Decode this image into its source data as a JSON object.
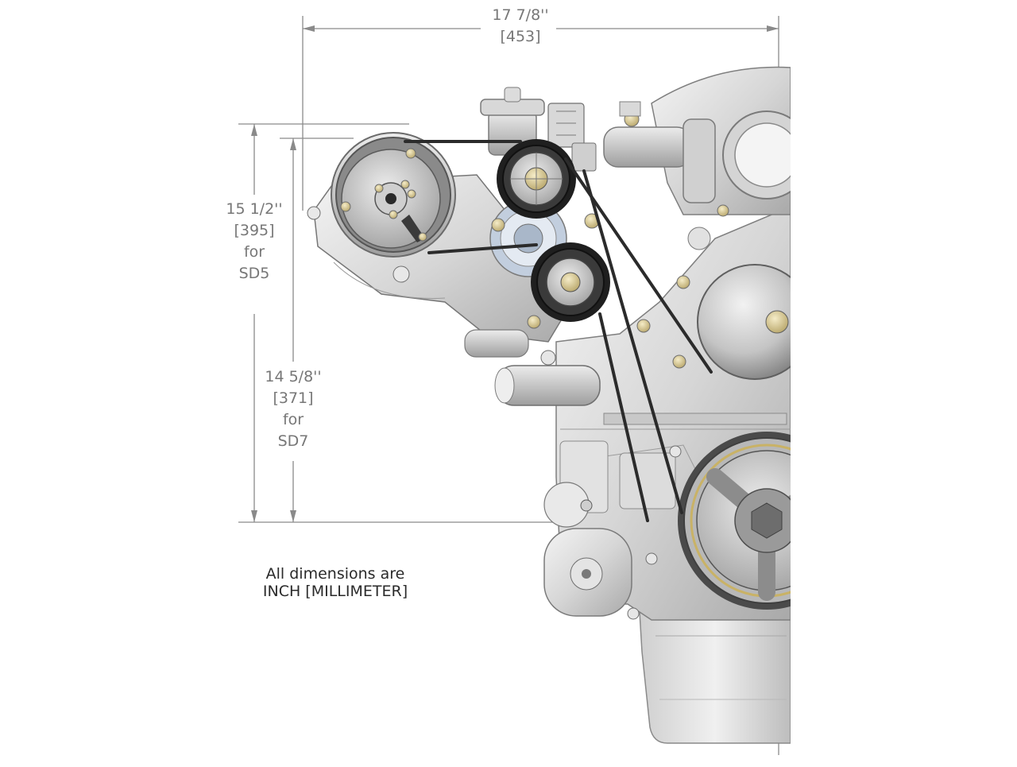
{
  "dimensions": {
    "width": {
      "inch": "17 7/8''",
      "mm": "[453]"
    },
    "height_sd5": {
      "inch": "15 1/2''",
      "mm": "[395]",
      "for_label": "for",
      "model": "SD5"
    },
    "height_sd7": {
      "inch": "14 5/8''",
      "mm": "[371]",
      "for_label": "for",
      "model": "SD7"
    }
  },
  "note": {
    "line1": "All dimensions are",
    "line2": "INCH [MILLIMETER]"
  },
  "colors": {
    "dimension_line": "#8a8a8a",
    "dimension_text": "#777777",
    "belt": "#2b2b2b",
    "engine_metal": "#d9d9d9",
    "engine_shadow": "#9a9a9a",
    "note_text": "#2a2a2a"
  }
}
